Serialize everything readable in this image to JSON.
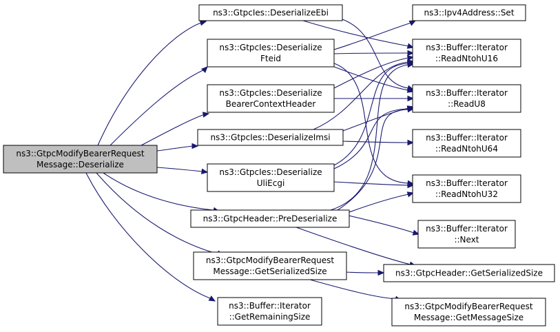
{
  "diagram": {
    "colors": {
      "edge": "#191970",
      "node_fill": "#ffffff",
      "root_fill": "#bfbfbf",
      "node_border": "#000000"
    },
    "nodes": [
      {
        "id": "root",
        "lines": [
          "ns3::GtpcModifyBearerRequest",
          "Message::Deserialize"
        ],
        "root": true
      },
      {
        "id": "ebi",
        "lines": [
          "ns3::GtpcIes::DeserializeEbi"
        ]
      },
      {
        "id": "fteid",
        "lines": [
          "ns3::GtpcIes::Deserialize",
          "Fteid"
        ]
      },
      {
        "id": "bch",
        "lines": [
          "ns3::GtpcIes::Deserialize",
          "BearerContextHeader"
        ]
      },
      {
        "id": "imsi",
        "lines": [
          "ns3::GtpcIes::DeserializeImsi"
        ]
      },
      {
        "id": "uli",
        "lines": [
          "ns3::GtpcIes::Deserialize",
          "UliEcgi"
        ]
      },
      {
        "id": "pre",
        "lines": [
          "ns3::GtpcHeader::PreDeserialize"
        ]
      },
      {
        "id": "gss",
        "lines": [
          "ns3::GtpcModifyBearerRequest",
          "Message::GetSerializedSize"
        ]
      },
      {
        "id": "grs",
        "lines": [
          "ns3::Buffer::Iterator",
          "::GetRemainingSize"
        ]
      },
      {
        "id": "ipv4",
        "lines": [
          "ns3::Ipv4Address::Set"
        ]
      },
      {
        "id": "u16",
        "lines": [
          "ns3::Buffer::Iterator",
          "::ReadNtohU16"
        ]
      },
      {
        "id": "u8",
        "lines": [
          "ns3::Buffer::Iterator",
          "::ReadU8"
        ]
      },
      {
        "id": "u64",
        "lines": [
          "ns3::Buffer::Iterator",
          "::ReadNtohU64"
        ]
      },
      {
        "id": "u32",
        "lines": [
          "ns3::Buffer::Iterator",
          "::ReadNtohU32"
        ]
      },
      {
        "id": "next",
        "lines": [
          "ns3::Buffer::Iterator",
          "::Next"
        ]
      },
      {
        "id": "hgss",
        "lines": [
          "ns3::GtpcHeader::GetSerializedSize"
        ]
      },
      {
        "id": "gms",
        "lines": [
          "ns3::GtpcModifyBearerRequest",
          "Message::GetMessageSize"
        ]
      }
    ],
    "edges": [
      {
        "from": "root",
        "to": "ebi"
      },
      {
        "from": "root",
        "to": "fteid"
      },
      {
        "from": "root",
        "to": "bch"
      },
      {
        "from": "root",
        "to": "imsi"
      },
      {
        "from": "root",
        "to": "uli"
      },
      {
        "from": "root",
        "to": "pre"
      },
      {
        "from": "root",
        "to": "gss"
      },
      {
        "from": "root",
        "to": "grs"
      },
      {
        "from": "ebi",
        "to": "u16"
      },
      {
        "from": "ebi",
        "to": "u8"
      },
      {
        "from": "fteid",
        "to": "ipv4"
      },
      {
        "from": "fteid",
        "to": "u16"
      },
      {
        "from": "fteid",
        "to": "u8"
      },
      {
        "from": "fteid",
        "to": "u32"
      },
      {
        "from": "bch",
        "to": "u16"
      },
      {
        "from": "bch",
        "to": "u8"
      },
      {
        "from": "imsi",
        "to": "u16"
      },
      {
        "from": "imsi",
        "to": "u8"
      },
      {
        "from": "imsi",
        "to": "u64"
      },
      {
        "from": "uli",
        "to": "u16"
      },
      {
        "from": "uli",
        "to": "u8"
      },
      {
        "from": "uli",
        "to": "u32"
      },
      {
        "from": "pre",
        "to": "u16"
      },
      {
        "from": "pre",
        "to": "u8"
      },
      {
        "from": "pre",
        "to": "u32"
      },
      {
        "from": "pre",
        "to": "next"
      },
      {
        "from": "pre",
        "to": "hgss"
      },
      {
        "from": "gss",
        "to": "hgss"
      },
      {
        "from": "gss",
        "to": "gms"
      }
    ]
  }
}
